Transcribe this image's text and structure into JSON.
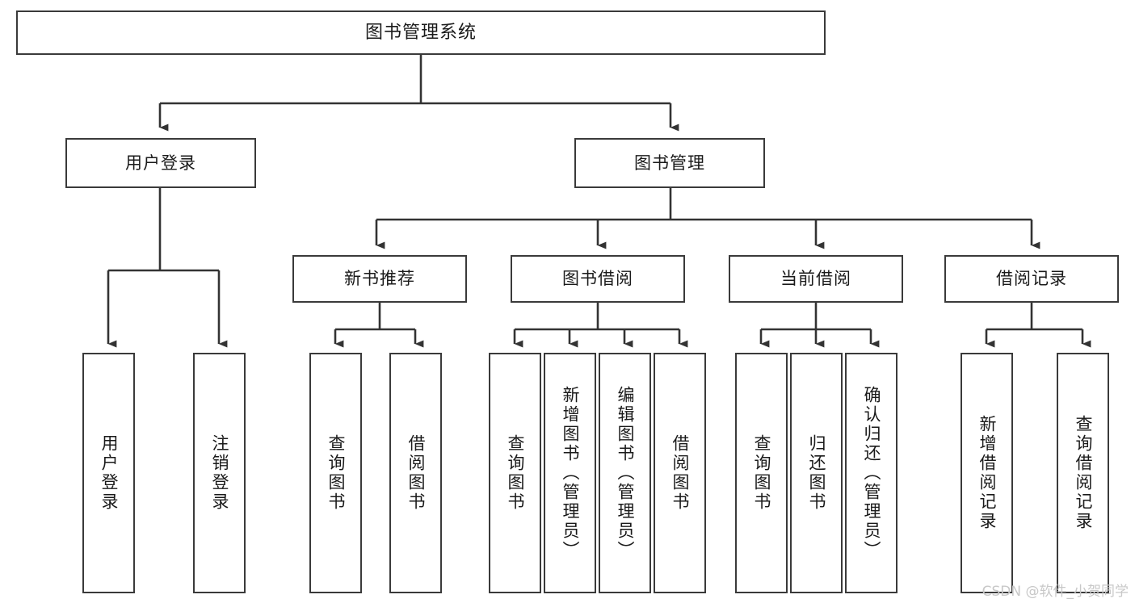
{
  "diagram": {
    "title": "图书管理系统",
    "type": "tree-hierarchy-chart",
    "colors": {
      "background": "#ffffff",
      "box_border": "#3a3a3a",
      "connector": "#333333",
      "text": "#1a1a1a",
      "watermark": "#c8c8c8"
    },
    "root": {
      "label": "图书管理系统"
    },
    "level1": [
      {
        "label": "用户登录"
      },
      {
        "label": "图书管理"
      }
    ],
    "level2": [
      {
        "label": "新书推荐"
      },
      {
        "label": "图书借阅"
      },
      {
        "label": "当前借阅"
      },
      {
        "label": "借阅记录"
      }
    ],
    "leaves": {
      "user_login": [
        {
          "label": "用户登录"
        },
        {
          "label": "注销登录"
        }
      ],
      "new_book_recommend": [
        {
          "label": "查询图书"
        },
        {
          "label": "借阅图书"
        }
      ],
      "book_borrow": [
        {
          "label": "查询图书"
        },
        {
          "label": "新增图书（管理员）"
        },
        {
          "label": "编辑图书（管理员）"
        },
        {
          "label": "借阅图书"
        }
      ],
      "current_borrow": [
        {
          "label": "查询图书"
        },
        {
          "label": "归还图书"
        },
        {
          "label": "确认归还（管理员）"
        }
      ],
      "borrow_record": [
        {
          "label": "新增借阅记录"
        },
        {
          "label": "查询借阅记录"
        }
      ]
    }
  },
  "watermark": {
    "text": "CSDN @软件_小贺同学"
  }
}
